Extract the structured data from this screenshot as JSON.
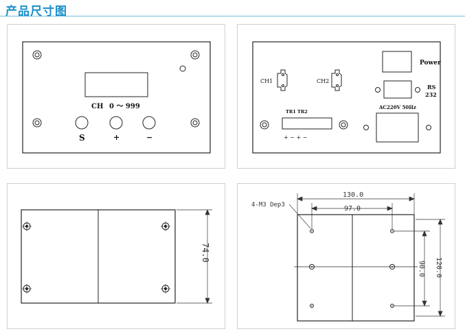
{
  "header": {
    "title": "产品尺寸图"
  },
  "front": {
    "channel_label": "CH",
    "range_label": "0 ～ 999",
    "buttons": [
      "S",
      "+",
      "−"
    ]
  },
  "back": {
    "ch1": "CH1",
    "ch2": "CH2",
    "power": "Power",
    "rs232_line1": "RS",
    "rs232_line2": "232",
    "ac_label": "AC220V 50Hz",
    "tr_label": "TR1  TR2",
    "polarity": "+ − + −"
  },
  "side": {
    "height_dim": "74.0"
  },
  "bottom": {
    "hole_note": "4-M3 Dep3",
    "width_outer": "130.0",
    "width_inner": "97.0",
    "height_inner": "90.0",
    "height_outer": "120.0"
  }
}
